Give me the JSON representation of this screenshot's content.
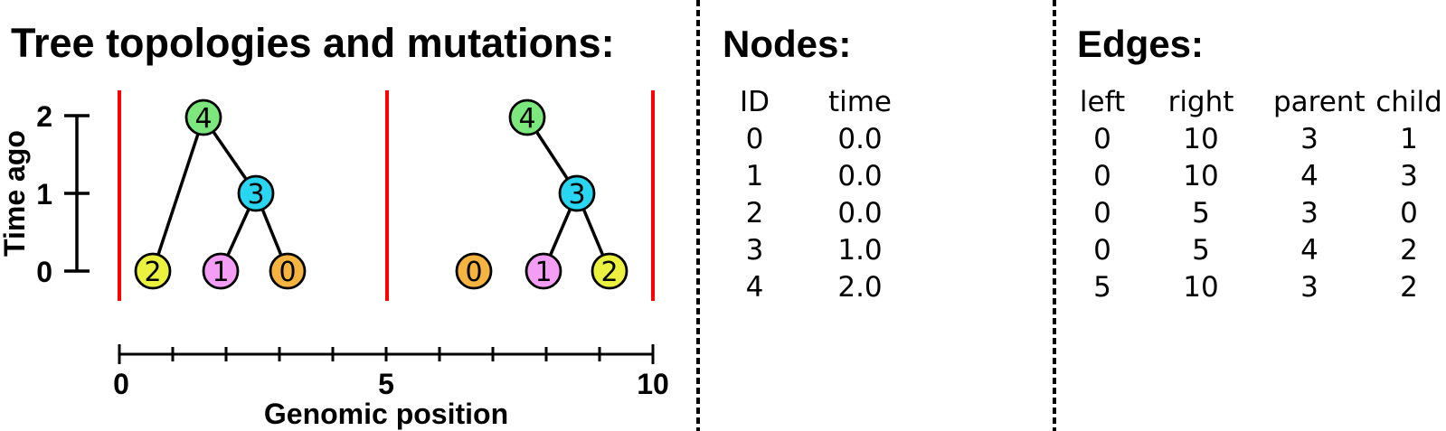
{
  "plot": {
    "title": "Tree topologies and mutations:",
    "time_axis": {
      "label": "Time ago",
      "ticks": [
        "2",
        "1",
        "0"
      ]
    },
    "genomic_axis": {
      "label": "Genomic position",
      "ticks": [
        "0",
        "5",
        "10"
      ]
    },
    "breakpoint_color": "#ff0000",
    "node_colors": {
      "n0": "#f5b340",
      "n1": "#f49df4",
      "n2": "#eaf23f",
      "n3": "#29d6f2",
      "n4": "#7ce77c"
    },
    "trees": [
      {
        "nodes": [
          {
            "id": "4"
          },
          {
            "id": "3"
          },
          {
            "id": "2"
          },
          {
            "id": "1"
          },
          {
            "id": "0"
          }
        ]
      },
      {
        "nodes": [
          {
            "id": "4"
          },
          {
            "id": "3"
          },
          {
            "id": "0"
          },
          {
            "id": "1"
          },
          {
            "id": "2"
          }
        ]
      }
    ]
  },
  "nodes_panel": {
    "title": "Nodes:",
    "headers": [
      "ID",
      "time"
    ],
    "rows": [
      [
        "0",
        "0.0"
      ],
      [
        "1",
        "0.0"
      ],
      [
        "2",
        "0.0"
      ],
      [
        "3",
        "1.0"
      ],
      [
        "4",
        "2.0"
      ]
    ]
  },
  "edges_panel": {
    "title": "Edges:",
    "headers": [
      "left",
      "right",
      "parent",
      "child"
    ],
    "rows": [
      [
        "0",
        "10",
        "3",
        "1"
      ],
      [
        "0",
        "10",
        "4",
        "3"
      ],
      [
        "0",
        "5",
        "3",
        "0"
      ],
      [
        "0",
        "5",
        "4",
        "2"
      ],
      [
        "5",
        "10",
        "3",
        "2"
      ]
    ]
  }
}
